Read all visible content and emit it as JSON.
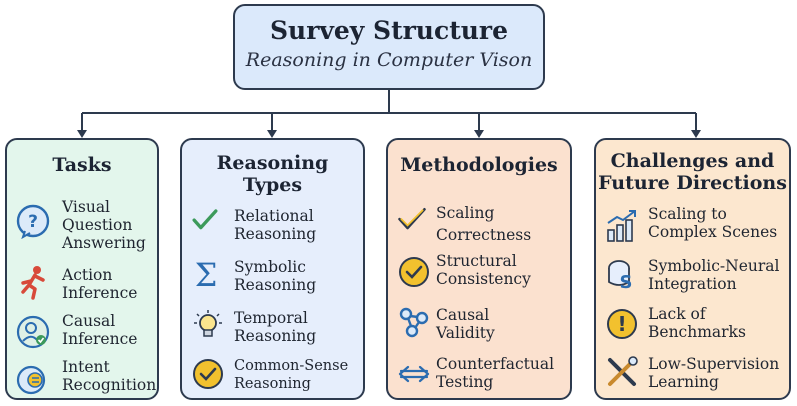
{
  "root": {
    "title": "Survey Structure",
    "subtitle": "Reasoning in Computer Vison"
  },
  "columns": [
    {
      "title": "Tasks",
      "bg": "#e3f6ec",
      "items": [
        {
          "label": "Visual\nQuestion\nAnswering",
          "icon": "question-bubble-icon"
        },
        {
          "label": "Action\nInference",
          "icon": "running-person-icon"
        },
        {
          "label": "Causal\nInference",
          "icon": "person-check-icon"
        },
        {
          "label": "Intent\nRecognition",
          "icon": "speech-dots-icon"
        }
      ]
    },
    {
      "title": "Reasoning\nTypes",
      "bg": "#e6eefc",
      "items": [
        {
          "label": "Relational\nReasoning",
          "icon": "checkmark-icon"
        },
        {
          "label": "Symbolic\nReasoning",
          "icon": "sigma-icon"
        },
        {
          "label": "Temporal\nReasoning",
          "icon": "lightbulb-icon"
        },
        {
          "label": "Common-Sense\nReasoning",
          "icon": "check-circle-icon"
        }
      ]
    },
    {
      "title": "Methodologies",
      "bg": "#fbe1cf",
      "items": [
        {
          "label": "Scaling\nCorrectness",
          "icon": "checkmark-icon"
        },
        {
          "label": "Structural\nConsistency",
          "icon": "check-circle-icon"
        },
        {
          "label": "Causal\nValidity",
          "icon": "network-nodes-icon"
        },
        {
          "label": "Counterfactual\nTesting",
          "icon": "double-arrow-icon"
        }
      ]
    },
    {
      "title": "Challenges and\nFuture Directions",
      "bg": "#fce7cf",
      "items": [
        {
          "label": "Scaling to\nComplex Scenes",
          "icon": "growth-chart-icon"
        },
        {
          "label": "Symbolic-Neural\nIntegration",
          "icon": "symbolic-neural-icon"
        },
        {
          "label": "Lack of\nBenchmarks",
          "icon": "exclamation-circle-icon"
        },
        {
          "label": "Low-Supervision\nLearning",
          "icon": "tools-icon"
        }
      ]
    }
  ],
  "colors": {
    "border": "#2d3a4e",
    "icon_blue": "#2b6cb0",
    "icon_red": "#d84a3a",
    "icon_green": "#3c9a5b",
    "icon_yellow": "#f2c12e"
  }
}
